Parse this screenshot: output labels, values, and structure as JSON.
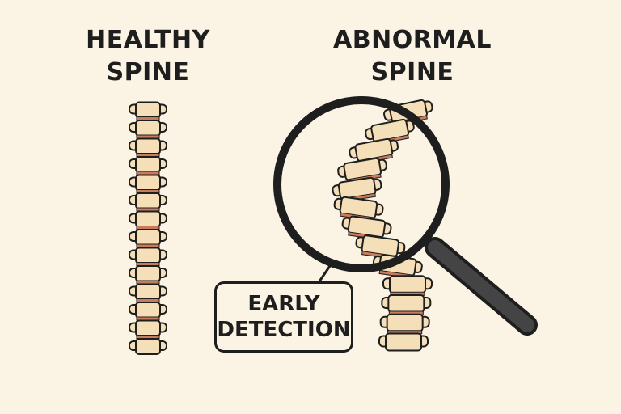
{
  "titles": {
    "healthy": [
      "HEALTHY",
      "SPINE"
    ],
    "abnormal": [
      "ABNORMAL",
      "SPINE"
    ]
  },
  "callout": {
    "line1": "EARLY",
    "line2": "DETECTION"
  },
  "colors": {
    "background": "#fbf3e4",
    "bone": "#f5dfb8",
    "disc": "#c77a5c",
    "outline": "#1e1e1e"
  }
}
